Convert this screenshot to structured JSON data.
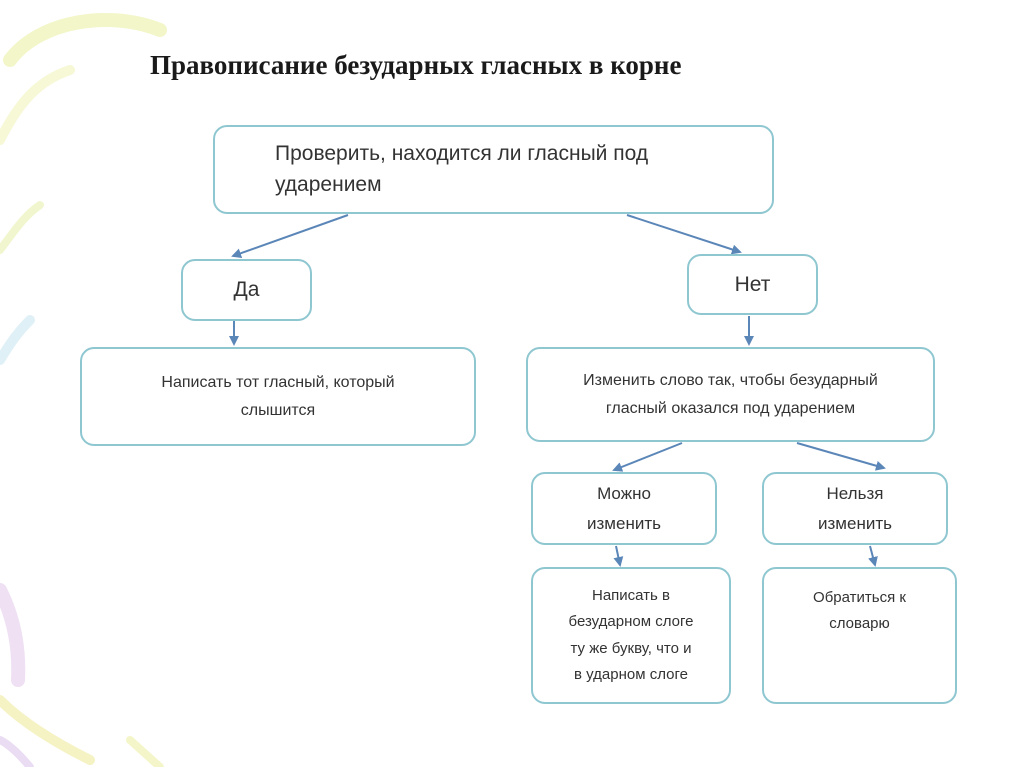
{
  "title": "Правописание безударных гласных в корне",
  "colors": {
    "box_border": "#8fc7d1",
    "arrow": "#5b86b8",
    "text": "#333333",
    "title": "#1a1a1a"
  },
  "nodes": {
    "root": {
      "line1": "Проверить, находится ли гласный под",
      "line2": "ударением"
    },
    "yes": {
      "label": "Да"
    },
    "no": {
      "label": "Нет"
    },
    "yes_action": {
      "line1": "Написать тот гласный, который",
      "line2": "слышится"
    },
    "no_action": {
      "line1": "Изменить слово так, чтобы  безударный",
      "line2": "гласный оказался под ударением"
    },
    "can": {
      "line1": "Можно",
      "line2": "изменить"
    },
    "cannot": {
      "line1": "Нельзя",
      "line2": "изменить"
    },
    "can_action": {
      "line1": "Написать в",
      "line2": "безударном слоге",
      "line3": "ту  же букву, что и",
      "line4": "в ударном слоге"
    },
    "cannot_action": {
      "line1": "Обратиться к",
      "line2": "словарю"
    }
  }
}
